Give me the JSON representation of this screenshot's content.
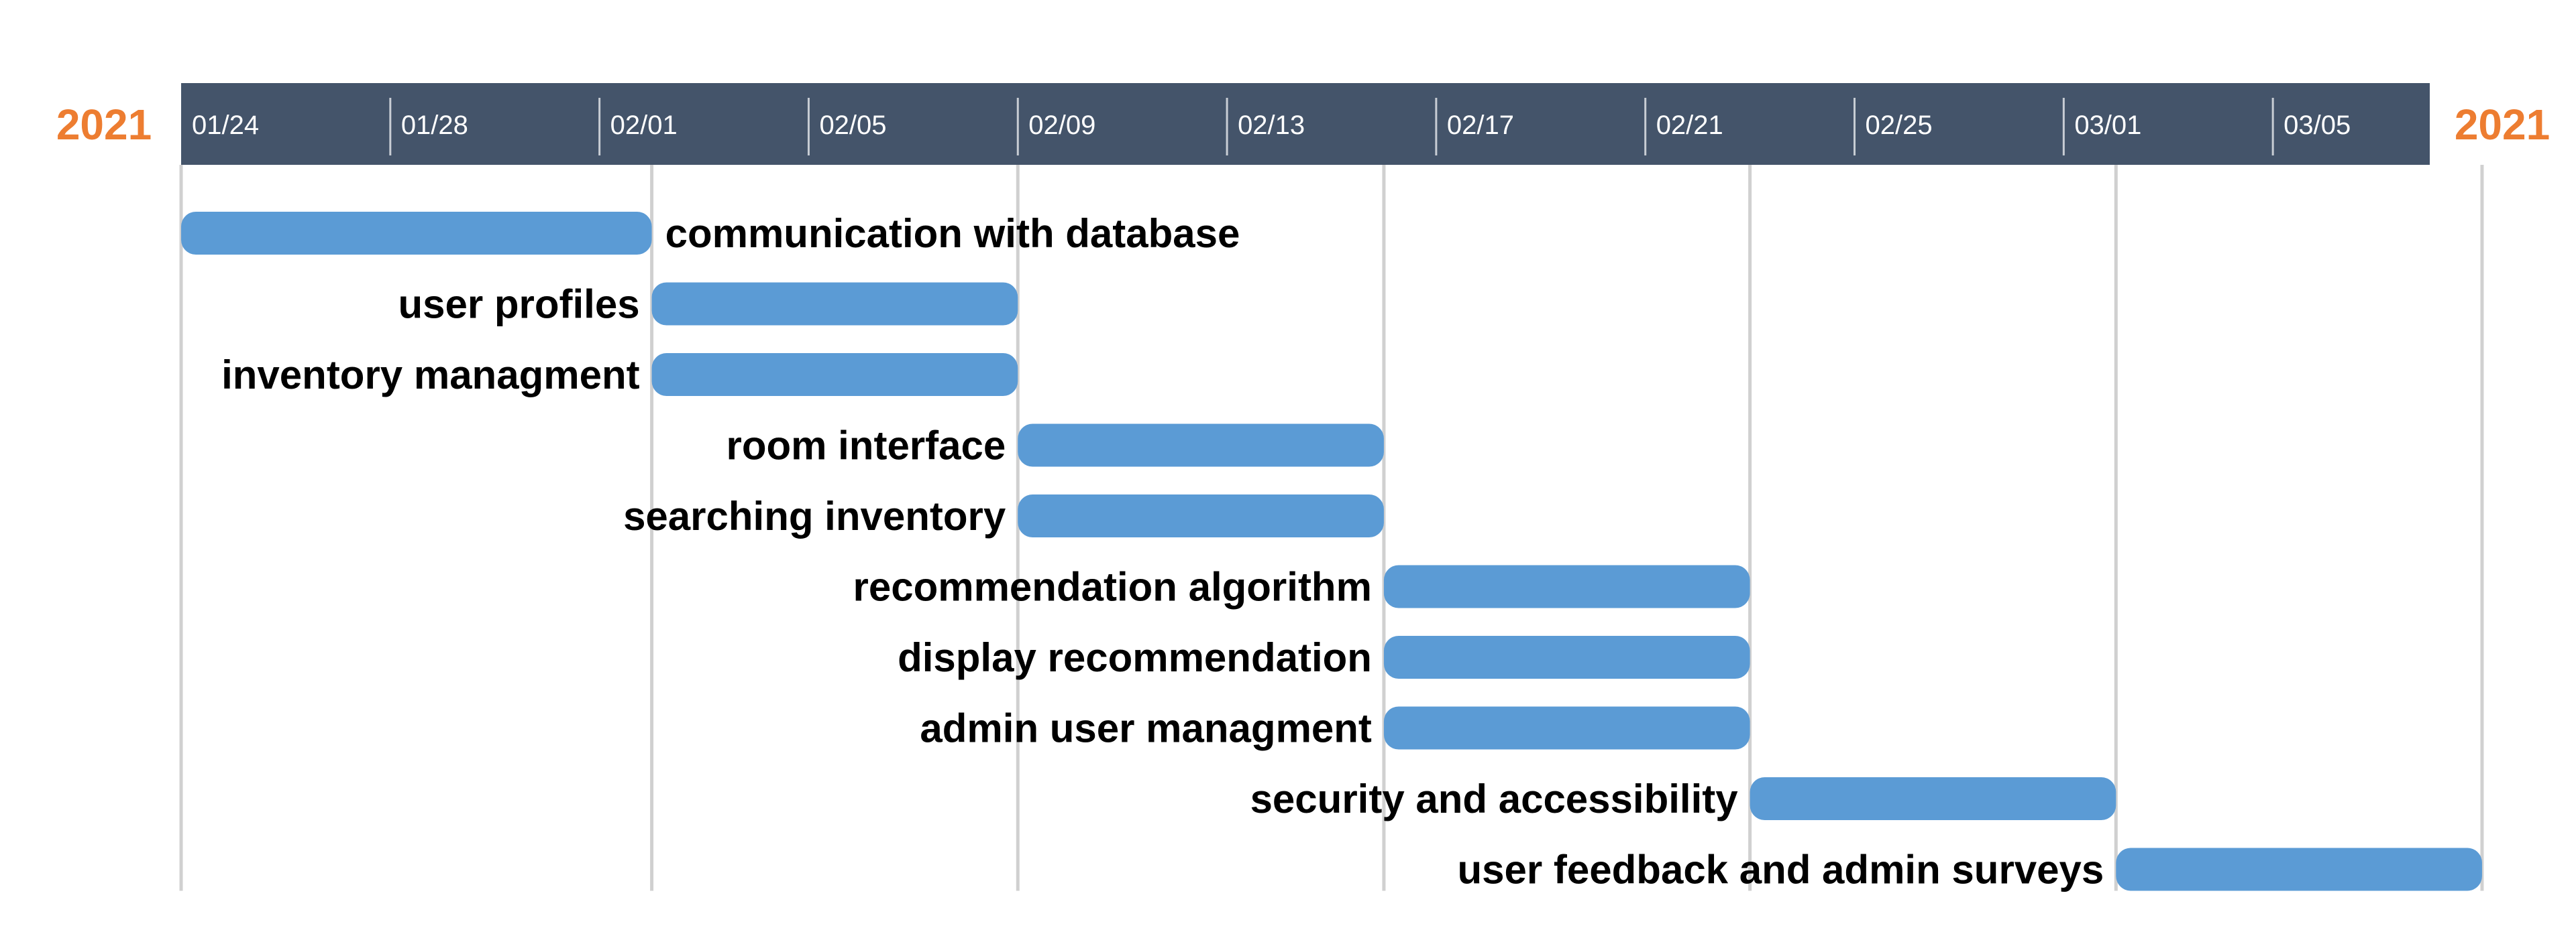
{
  "chart_data": {
    "type": "gantt",
    "year_left": "2021",
    "year_right": "2021",
    "colors": {
      "header_band": "#44546a",
      "header_text": "#ffffff",
      "year": "#ed7d31",
      "bar": "#5b9bd5",
      "gridline": "#d0d0d0",
      "label": "#000000"
    },
    "axis": {
      "start": "2021-01-24",
      "end": "2021-03-08"
    },
    "ticks": [
      {
        "label": "01/24",
        "date": "2021-01-24"
      },
      {
        "label": "01/28",
        "date": "2021-01-28"
      },
      {
        "label": "02/01",
        "date": "2021-02-01"
      },
      {
        "label": "02/05",
        "date": "2021-02-05"
      },
      {
        "label": "02/09",
        "date": "2021-02-09"
      },
      {
        "label": "02/13",
        "date": "2021-02-13"
      },
      {
        "label": "02/17",
        "date": "2021-02-17"
      },
      {
        "label": "02/21",
        "date": "2021-02-21"
      },
      {
        "label": "02/25",
        "date": "2021-02-25"
      },
      {
        "label": "03/01",
        "date": "2021-03-01"
      },
      {
        "label": "03/05",
        "date": "2021-03-05"
      }
    ],
    "tasks": [
      {
        "name": "communication with database",
        "start": "2021-01-24",
        "end": "2021-02-02",
        "label_side": "right"
      },
      {
        "name": "user profiles",
        "start": "2021-02-02",
        "end": "2021-02-09",
        "label_side": "left"
      },
      {
        "name": "inventory managment",
        "start": "2021-02-02",
        "end": "2021-02-09",
        "label_side": "left"
      },
      {
        "name": "room interface",
        "start": "2021-02-09",
        "end": "2021-02-16",
        "label_side": "left"
      },
      {
        "name": "searching inventory",
        "start": "2021-02-09",
        "end": "2021-02-16",
        "label_side": "left"
      },
      {
        "name": "recommendation algorithm",
        "start": "2021-02-16",
        "end": "2021-02-23",
        "label_side": "left"
      },
      {
        "name": "display recommendation",
        "start": "2021-02-16",
        "end": "2021-02-23",
        "label_side": "left"
      },
      {
        "name": "admin user managment",
        "start": "2021-02-16",
        "end": "2021-02-23",
        "label_side": "left"
      },
      {
        "name": "security and accessibility",
        "start": "2021-02-23",
        "end": "2021-03-02",
        "label_side": "left"
      },
      {
        "name": "user feedback and admin surveys",
        "start": "2021-03-02",
        "end": "2021-03-09",
        "label_side": "left"
      }
    ]
  }
}
